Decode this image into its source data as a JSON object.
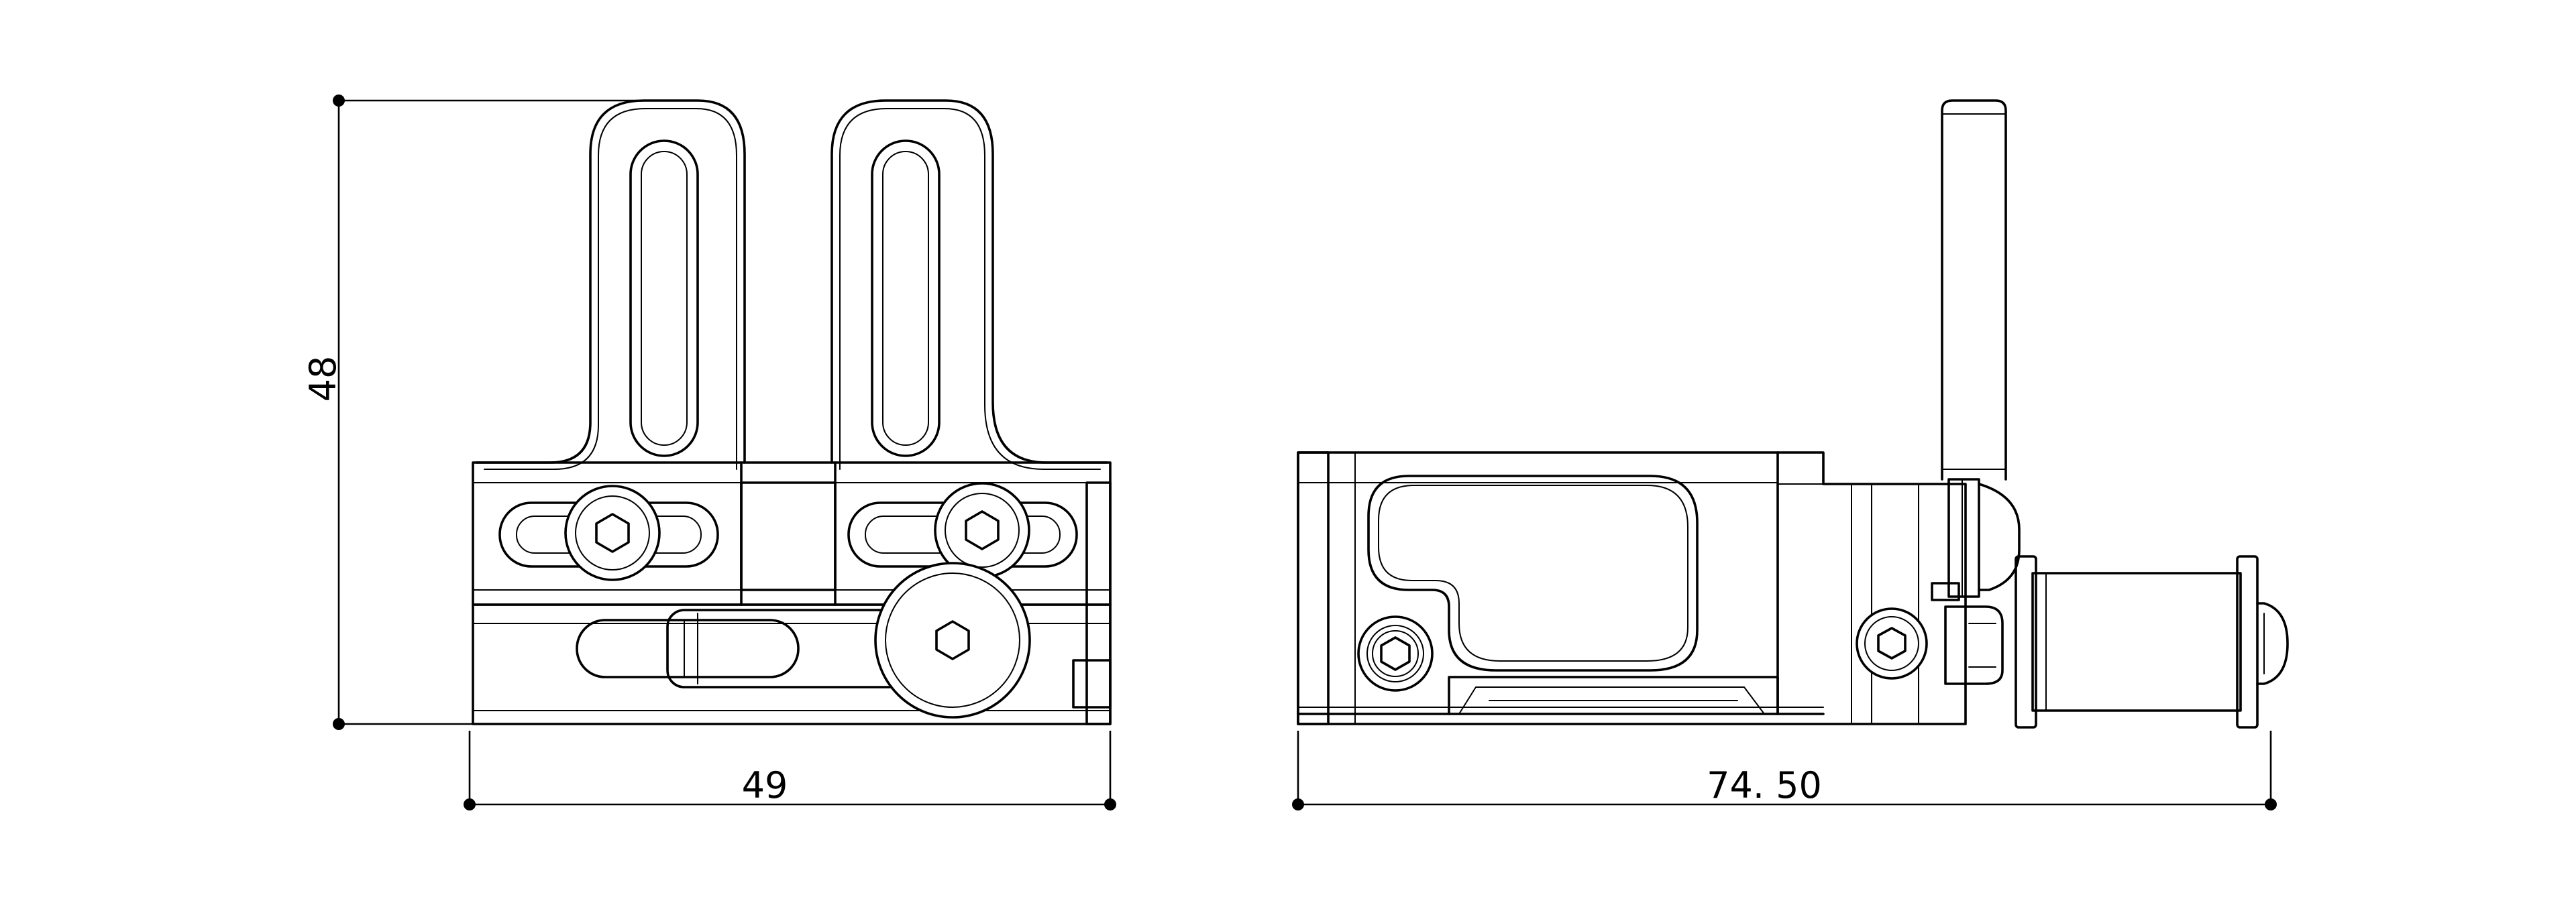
{
  "dimensions": {
    "height_label": "48",
    "front_width_label": "49",
    "side_width_label": "74. 50"
  },
  "colors": {
    "line": "#000000",
    "background": "#ffffff"
  }
}
